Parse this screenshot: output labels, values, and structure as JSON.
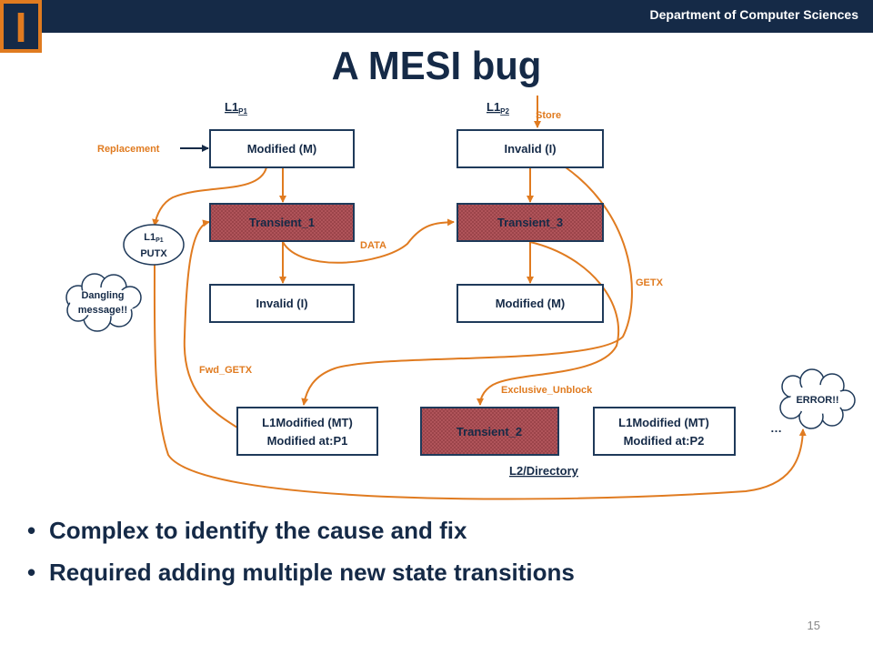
{
  "header": {
    "department": "Department of Computer Sciences",
    "logo_letter": "I"
  },
  "slide": {
    "title": "A MESI bug",
    "page_number": "15"
  },
  "columns": {
    "p1": {
      "base": "L1",
      "sub": "P1"
    },
    "p2": {
      "base": "L1",
      "sub": "P2"
    }
  },
  "states": {
    "p1_modified": "Modified (M)",
    "p1_transient1": "Transient_1",
    "p1_invalid": "Invalid (I)",
    "p2_invalid": "Invalid  (I)",
    "p2_transient3": "Transient_3",
    "p2_modified": "Modified (M)",
    "dir_mt_p1": [
      "L1Modified (MT)",
      "Modified at:P1"
    ],
    "dir_transient2": "Transient_2",
    "dir_mt_p2": [
      "L1Modified (MT)",
      "Modified at:P2"
    ]
  },
  "labels": {
    "replacement": "Replacement",
    "store": "Store",
    "data": "DATA",
    "getx": "GETX",
    "fwd_getx": "Fwd_GETX",
    "exclusive_unblock": "Exclusive_Unblock",
    "directory": "L2/Directory",
    "ellipsis": "…"
  },
  "bubbles": {
    "putx": {
      "base": "L1",
      "sub": "P1",
      "line2": "PUTX"
    },
    "dangling": [
      "Dangling",
      "message!!"
    ],
    "error": "ERROR!!"
  },
  "bullets": [
    "Complex to identify the cause and fix",
    "Required adding multiple new state transitions"
  ],
  "colors": {
    "navy": "#152a47",
    "orange": "#e07b20",
    "transient_fill": "#b3565c",
    "box_border": "#1f3a5a"
  }
}
